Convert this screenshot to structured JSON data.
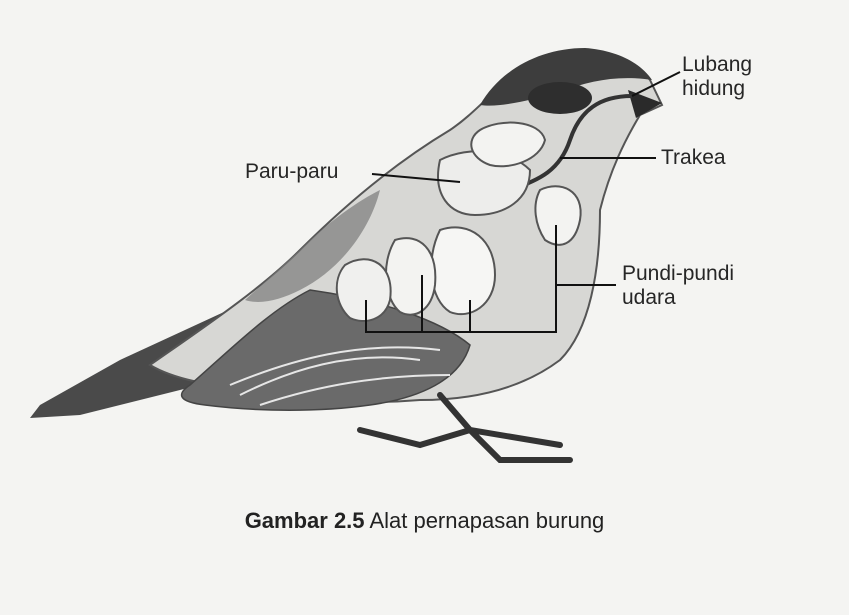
{
  "labels": {
    "nostril": [
      "Lubang",
      "hidung"
    ],
    "trachea": "Trakea",
    "lungs": "Paru-paru",
    "air_sacs": [
      "Pundi-pundi",
      "udara"
    ]
  },
  "caption": {
    "figure_number": "Gambar 2.5",
    "text": "Alat pernapasan burung"
  }
}
